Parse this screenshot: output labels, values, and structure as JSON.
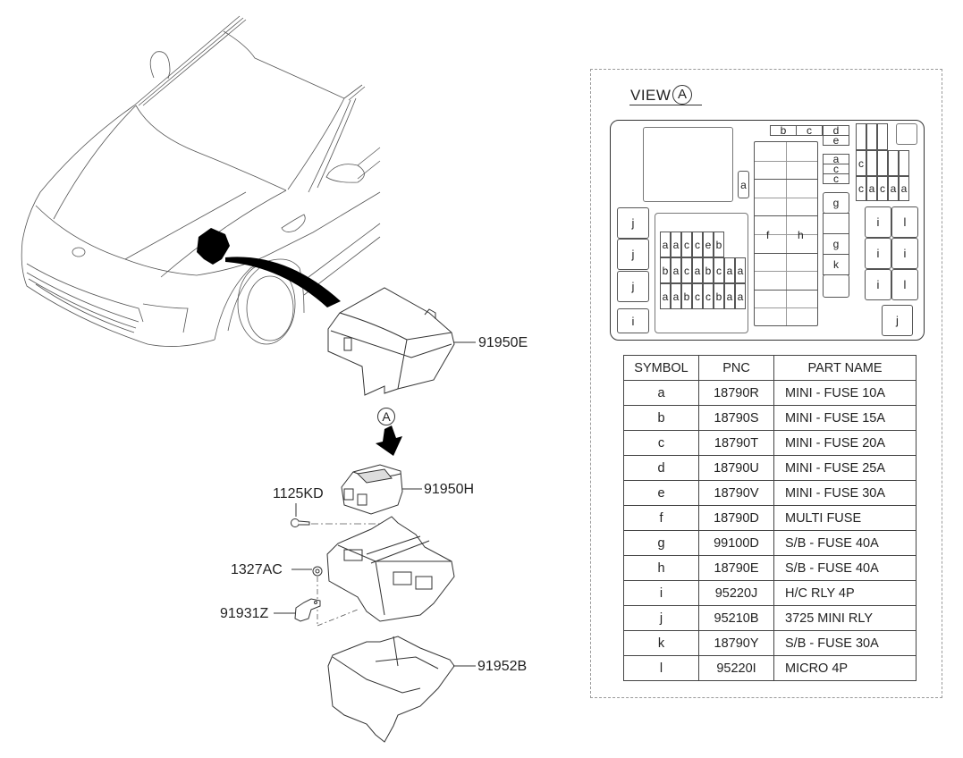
{
  "diagram": {
    "part_labels": {
      "cover_upper": "91950E",
      "fuse_relay_block": "91950H",
      "bolt": "1125KD",
      "nut": "1327AC",
      "bracket": "91931Z",
      "lower_cover": "91952B"
    },
    "view_callout": "A"
  },
  "view": {
    "title": "VIEW",
    "callout": "A",
    "fusebox": {
      "top_row": [
        "b",
        "c",
        "d",
        "e"
      ],
      "single_a": "a",
      "mini_stack": [
        "a",
        "c",
        "c"
      ],
      "multi_labels": [
        "f",
        "h"
      ],
      "sb_column": [
        "g",
        "",
        "g",
        "k",
        ""
      ],
      "right_upper_row1": [
        "c"
      ],
      "right_upper_row2": [
        "c",
        "a",
        "c",
        "a",
        "a"
      ],
      "left_relays": [
        "j",
        "j",
        "j",
        "i"
      ],
      "center_grid": {
        "row1": [
          "a",
          "a",
          "c",
          "c",
          "e",
          "b"
        ],
        "row2": [
          "b",
          "a",
          "c",
          "a",
          "b",
          "c",
          "a",
          "a"
        ],
        "row3": [
          "a",
          "a",
          "b",
          "c",
          "c",
          "b",
          "a",
          "a"
        ]
      },
      "right_relays": [
        [
          "i",
          "l"
        ],
        [
          "i",
          "i"
        ],
        [
          "i",
          "l"
        ]
      ],
      "bottom_right_relay": "j"
    }
  },
  "table": {
    "headers": [
      "SYMBOL",
      "PNC",
      "PART NAME"
    ],
    "rows": [
      {
        "symbol": "a",
        "pnc": "18790R",
        "name": "MINI - FUSE 10A"
      },
      {
        "symbol": "b",
        "pnc": "18790S",
        "name": "MINI - FUSE 15A"
      },
      {
        "symbol": "c",
        "pnc": "18790T",
        "name": "MINI - FUSE 20A"
      },
      {
        "symbol": "d",
        "pnc": "18790U",
        "name": "MINI - FUSE 25A"
      },
      {
        "symbol": "e",
        "pnc": "18790V",
        "name": "MINI - FUSE 30A"
      },
      {
        "symbol": "f",
        "pnc": "18790D",
        "name": "MULTI FUSE"
      },
      {
        "symbol": "g",
        "pnc": "99100D",
        "name": "S/B - FUSE 40A"
      },
      {
        "symbol": "h",
        "pnc": "18790E",
        "name": "S/B - FUSE 40A"
      },
      {
        "symbol": "i",
        "pnc": "95220J",
        "name": "H/C RLY 4P"
      },
      {
        "symbol": "j",
        "pnc": "95210B",
        "name": "3725 MINI RLY"
      },
      {
        "symbol": "k",
        "pnc": "18790Y",
        "name": "S/B - FUSE 30A"
      },
      {
        "symbol": "l",
        "pnc": "95220I",
        "name": "MICRO 4P"
      }
    ]
  }
}
